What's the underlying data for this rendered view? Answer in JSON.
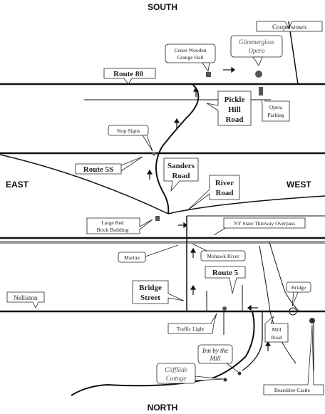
{
  "compass": {
    "south": "SOUTH",
    "north": "NORTH",
    "east": "EAST",
    "west": "WEST"
  },
  "places": {
    "cooperstown": "Cooperstown",
    "opera_line1": "Glimmerglass",
    "opera_line2": "Opera",
    "grange_line1": "Green Wooden",
    "grange_line2": "Grange Hall",
    "opera_parking_line1": "Opera",
    "opera_parking_line2": "Parking",
    "stop_signs": "Stop Signs",
    "brick_line1": "Large Red",
    "brick_line2": "Brick Building",
    "thruway_overpass": "NY State Thruway Overpass",
    "marina": "Marina",
    "mohawk_river": "Mohawk River",
    "bridge": "Bridge",
    "traffic_light": "Traffic Light",
    "beardslee_castle": "Beardslee Castle",
    "inn_line1": "Inn by the",
    "inn_line2": "Mill",
    "cliffside_line1": "CliffSide",
    "cliffside_line2": "Cottage"
  },
  "roads": {
    "route80": "Route 80",
    "pickle_hill_line1": "Pickle",
    "pickle_hill_line2": "Hill",
    "pickle_hill_line3": "Road",
    "route5s": "Route 5S",
    "sanders_line1": "Sanders",
    "sanders_line2": "Road",
    "river_line1": "River",
    "river_line2": "Road",
    "route5": "Route 5",
    "bridge_street_line1": "Bridge",
    "bridge_street_line2": "Street",
    "nelliston": "Nelliston",
    "mill_road_line1": "Mill",
    "mill_road_line2": "Road"
  },
  "colors": {
    "road": "#111111",
    "river": "#999999",
    "marker": "#555555"
  }
}
